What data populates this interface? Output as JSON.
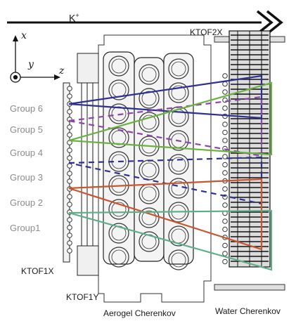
{
  "beam": {
    "label": "K",
    "charge": "+"
  },
  "axes": {
    "x": "x",
    "y": "y",
    "z": "z"
  },
  "groups": [
    "Group 6",
    "Group 5",
    "Group 4",
    "Group 3",
    "Group 2",
    "Group1"
  ],
  "labels": {
    "ktof2x": "KTOF2X",
    "ktof1x": "KTOF1X",
    "ktof1y": "KTOF1Y",
    "aerogel": "Aerogel Cherenkov",
    "water": "Water Cherenkov"
  },
  "colors": {
    "group6": "#2e3192",
    "group5": "#8e44ad",
    "group4": "#6ab23e",
    "group3": "#2e3192",
    "group2": "#c9552e",
    "group1": "#5fae8a"
  }
}
